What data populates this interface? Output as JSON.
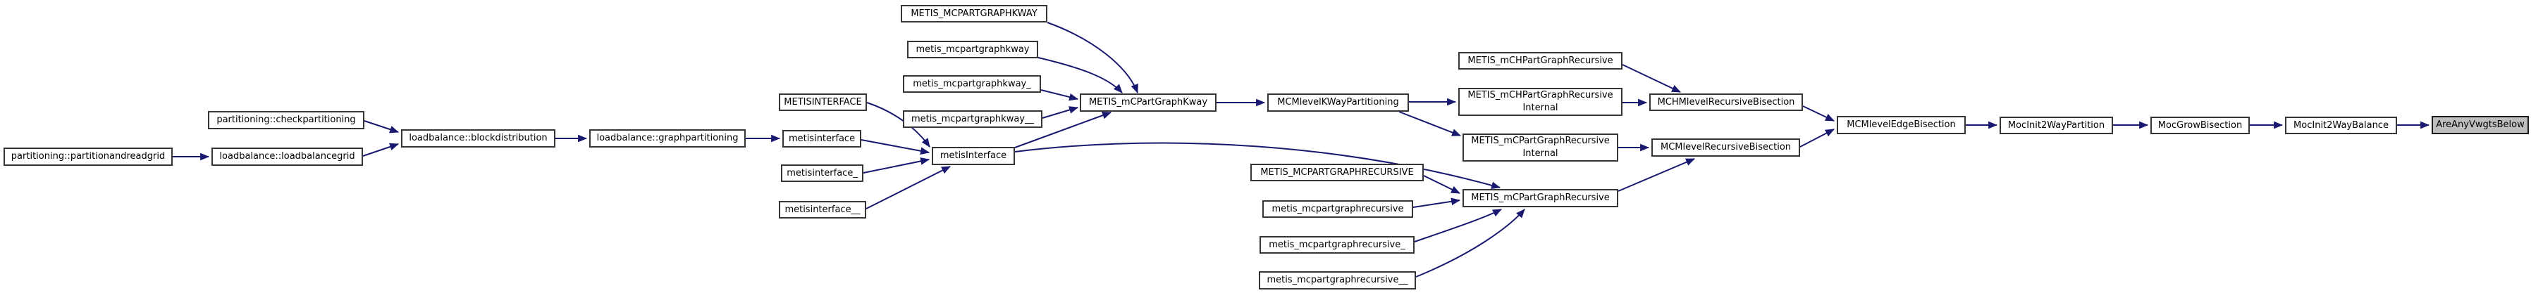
{
  "graph": {
    "type": "call-graph",
    "focus_node": "AreAnyVwgtsBelow",
    "colors": {
      "background": "#ffffff",
      "edge": "#191970",
      "node_border": "#363636",
      "node_fill": "#ffffff",
      "focus_node_fill": "#bfbfbf",
      "text": "#000000"
    },
    "nodes": [
      {
        "id": "partitioning_partitionandreadgrid",
        "label": "partitioning::partitionandreadgrid"
      },
      {
        "id": "partitioning_checkpartitioning",
        "label": "partitioning::checkpartitioning"
      },
      {
        "id": "loadbalance_loadbalancegrid",
        "label": "loadbalance::loadbalancegrid"
      },
      {
        "id": "loadbalance_blockdistribution",
        "label": "loadbalance::blockdistribution"
      },
      {
        "id": "loadbalance_graphpartitioning",
        "label": "loadbalance::graphpartitioning"
      },
      {
        "id": "METISINTERFACE",
        "label": "METISINTERFACE"
      },
      {
        "id": "metisinterface",
        "label": "metisinterface"
      },
      {
        "id": "metisinterface_",
        "label": "metisinterface_"
      },
      {
        "id": "metisinterface__",
        "label": "metisinterface__"
      },
      {
        "id": "metisInterface",
        "label": "metisInterface"
      },
      {
        "id": "METIS_MCPARTGRAPHKWAY",
        "label": "METIS_MCPARTGRAPHKWAY"
      },
      {
        "id": "metis_mcpartgraphkway",
        "label": "metis_mcpartgraphkway"
      },
      {
        "id": "metis_mcpartgraphkway_",
        "label": "metis_mcpartgraphkway_"
      },
      {
        "id": "metis_mcpartgraphkway__",
        "label": "metis_mcpartgraphkway__"
      },
      {
        "id": "METIS_mCPartGraphKway",
        "label": "METIS_mCPartGraphKway"
      },
      {
        "id": "MCMlevelKWayPartitioning",
        "label": "MCMlevelKWayPartitioning"
      },
      {
        "id": "METIS_mCHPartGraphRecursive",
        "label": "METIS_mCHPartGraphRecursive"
      },
      {
        "id": "METIS_mCHPartGraphRecursiveInternal",
        "label": "METIS_mCHPartGraphRecursive\nInternal"
      },
      {
        "id": "METIS_mCPartGraphRecursiveInternal",
        "label": "METIS_mCPartGraphRecursive\nInternal"
      },
      {
        "id": "METIS_mCPartGraphRecursive",
        "label": "METIS_mCPartGraphRecursive"
      },
      {
        "id": "METIS_MCPARTGRAPHRECURSIVE",
        "label": "METIS_MCPARTGRAPHRECURSIVE"
      },
      {
        "id": "metis_mcpartgraphrecursive",
        "label": "metis_mcpartgraphrecursive"
      },
      {
        "id": "metis_mcpartgraphrecursive_",
        "label": "metis_mcpartgraphrecursive_"
      },
      {
        "id": "metis_mcpartgraphrecursive__",
        "label": "metis_mcpartgraphrecursive__"
      },
      {
        "id": "MCHMlevelRecursiveBisection",
        "label": "MCHMlevelRecursiveBisection"
      },
      {
        "id": "MCMlevelRecursiveBisection",
        "label": "MCMlevelRecursiveBisection"
      },
      {
        "id": "MCMlevelEdgeBisection",
        "label": "MCMlevelEdgeBisection"
      },
      {
        "id": "MocInit2WayPartition",
        "label": "MocInit2WayPartition"
      },
      {
        "id": "MocGrowBisection",
        "label": "MocGrowBisection"
      },
      {
        "id": "MocInit2WayBalance",
        "label": "MocInit2WayBalance"
      },
      {
        "id": "AreAnyVwgtsBelow",
        "label": "AreAnyVwgtsBelow"
      }
    ],
    "edges": [
      {
        "from": "partitioning_partitionandreadgrid",
        "to": "loadbalance_loadbalancegrid"
      },
      {
        "from": "partitioning_checkpartitioning",
        "to": "loadbalance_blockdistribution"
      },
      {
        "from": "loadbalance_loadbalancegrid",
        "to": "loadbalance_blockdistribution"
      },
      {
        "from": "loadbalance_blockdistribution",
        "to": "loadbalance_graphpartitioning"
      },
      {
        "from": "loadbalance_graphpartitioning",
        "to": "metisinterface"
      },
      {
        "from": "METISINTERFACE",
        "to": "metisInterface"
      },
      {
        "from": "metisinterface",
        "to": "metisInterface"
      },
      {
        "from": "metisinterface_",
        "to": "metisInterface"
      },
      {
        "from": "metisinterface__",
        "to": "metisInterface"
      },
      {
        "from": "metisInterface",
        "to": "METIS_mCPartGraphKway"
      },
      {
        "from": "metisInterface",
        "to": "METIS_mCPartGraphRecursive"
      },
      {
        "from": "METIS_MCPARTGRAPHKWAY",
        "to": "METIS_mCPartGraphKway"
      },
      {
        "from": "metis_mcpartgraphkway",
        "to": "METIS_mCPartGraphKway"
      },
      {
        "from": "metis_mcpartgraphkway_",
        "to": "METIS_mCPartGraphKway"
      },
      {
        "from": "metis_mcpartgraphkway__",
        "to": "METIS_mCPartGraphKway"
      },
      {
        "from": "METIS_mCPartGraphKway",
        "to": "MCMlevelKWayPartitioning"
      },
      {
        "from": "MCMlevelKWayPartitioning",
        "to": "METIS_mCHPartGraphRecursiveInternal"
      },
      {
        "from": "MCMlevelKWayPartitioning",
        "to": "METIS_mCPartGraphRecursiveInternal"
      },
      {
        "from": "METIS_mCHPartGraphRecursive",
        "to": "MCHMlevelRecursiveBisection"
      },
      {
        "from": "METIS_mCHPartGraphRecursiveInternal",
        "to": "MCHMlevelRecursiveBisection"
      },
      {
        "from": "METIS_mCPartGraphRecursiveInternal",
        "to": "MCMlevelRecursiveBisection"
      },
      {
        "from": "METIS_mCPartGraphRecursive",
        "to": "MCMlevelRecursiveBisection"
      },
      {
        "from": "METIS_MCPARTGRAPHRECURSIVE",
        "to": "METIS_mCPartGraphRecursive"
      },
      {
        "from": "metis_mcpartgraphrecursive",
        "to": "METIS_mCPartGraphRecursive"
      },
      {
        "from": "metis_mcpartgraphrecursive_",
        "to": "METIS_mCPartGraphRecursive"
      },
      {
        "from": "metis_mcpartgraphrecursive__",
        "to": "METIS_mCPartGraphRecursive"
      },
      {
        "from": "MCHMlevelRecursiveBisection",
        "to": "MCMlevelEdgeBisection"
      },
      {
        "from": "MCMlevelRecursiveBisection",
        "to": "MCMlevelEdgeBisection"
      },
      {
        "from": "MCMlevelEdgeBisection",
        "to": "MocInit2WayPartition"
      },
      {
        "from": "MocInit2WayPartition",
        "to": "MocGrowBisection"
      },
      {
        "from": "MocGrowBisection",
        "to": "MocInit2WayBalance"
      },
      {
        "from": "MocInit2WayBalance",
        "to": "AreAnyVwgtsBelow"
      }
    ]
  }
}
